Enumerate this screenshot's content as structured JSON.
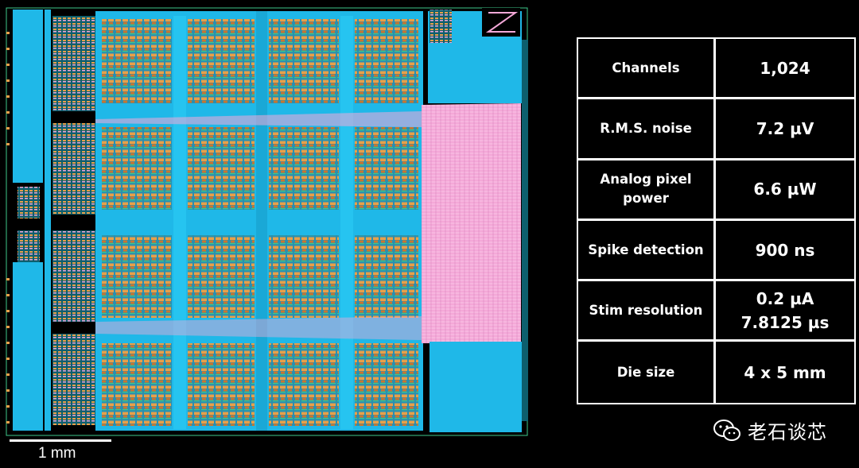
{
  "specs": [
    {
      "label": "Channels",
      "value": [
        "1,024"
      ]
    },
    {
      "label": "R.M.S. noise",
      "value": [
        "7.2 µV"
      ]
    },
    {
      "label": "Analog pixel power",
      "value": [
        "6.6 µW"
      ]
    },
    {
      "label": "Spike detection",
      "value": [
        "900 ns"
      ]
    },
    {
      "label": "Stim resolution",
      "value": [
        "0.2 µA",
        "7.8125 µs"
      ]
    },
    {
      "label": "Die size",
      "value": [
        "4 x 5 mm"
      ]
    }
  ],
  "scale_bar": {
    "label": "1 mm"
  },
  "watermark": {
    "text": "老石谈芯",
    "icon": "wechat-icon"
  },
  "colors": {
    "background": "#000000",
    "metal_cyan": "#1fb8e8",
    "routing_pink": "#f4a8d8",
    "array_orange": "#e8a04a",
    "array_green": "#3ec98a",
    "table_border": "#ffffff"
  }
}
